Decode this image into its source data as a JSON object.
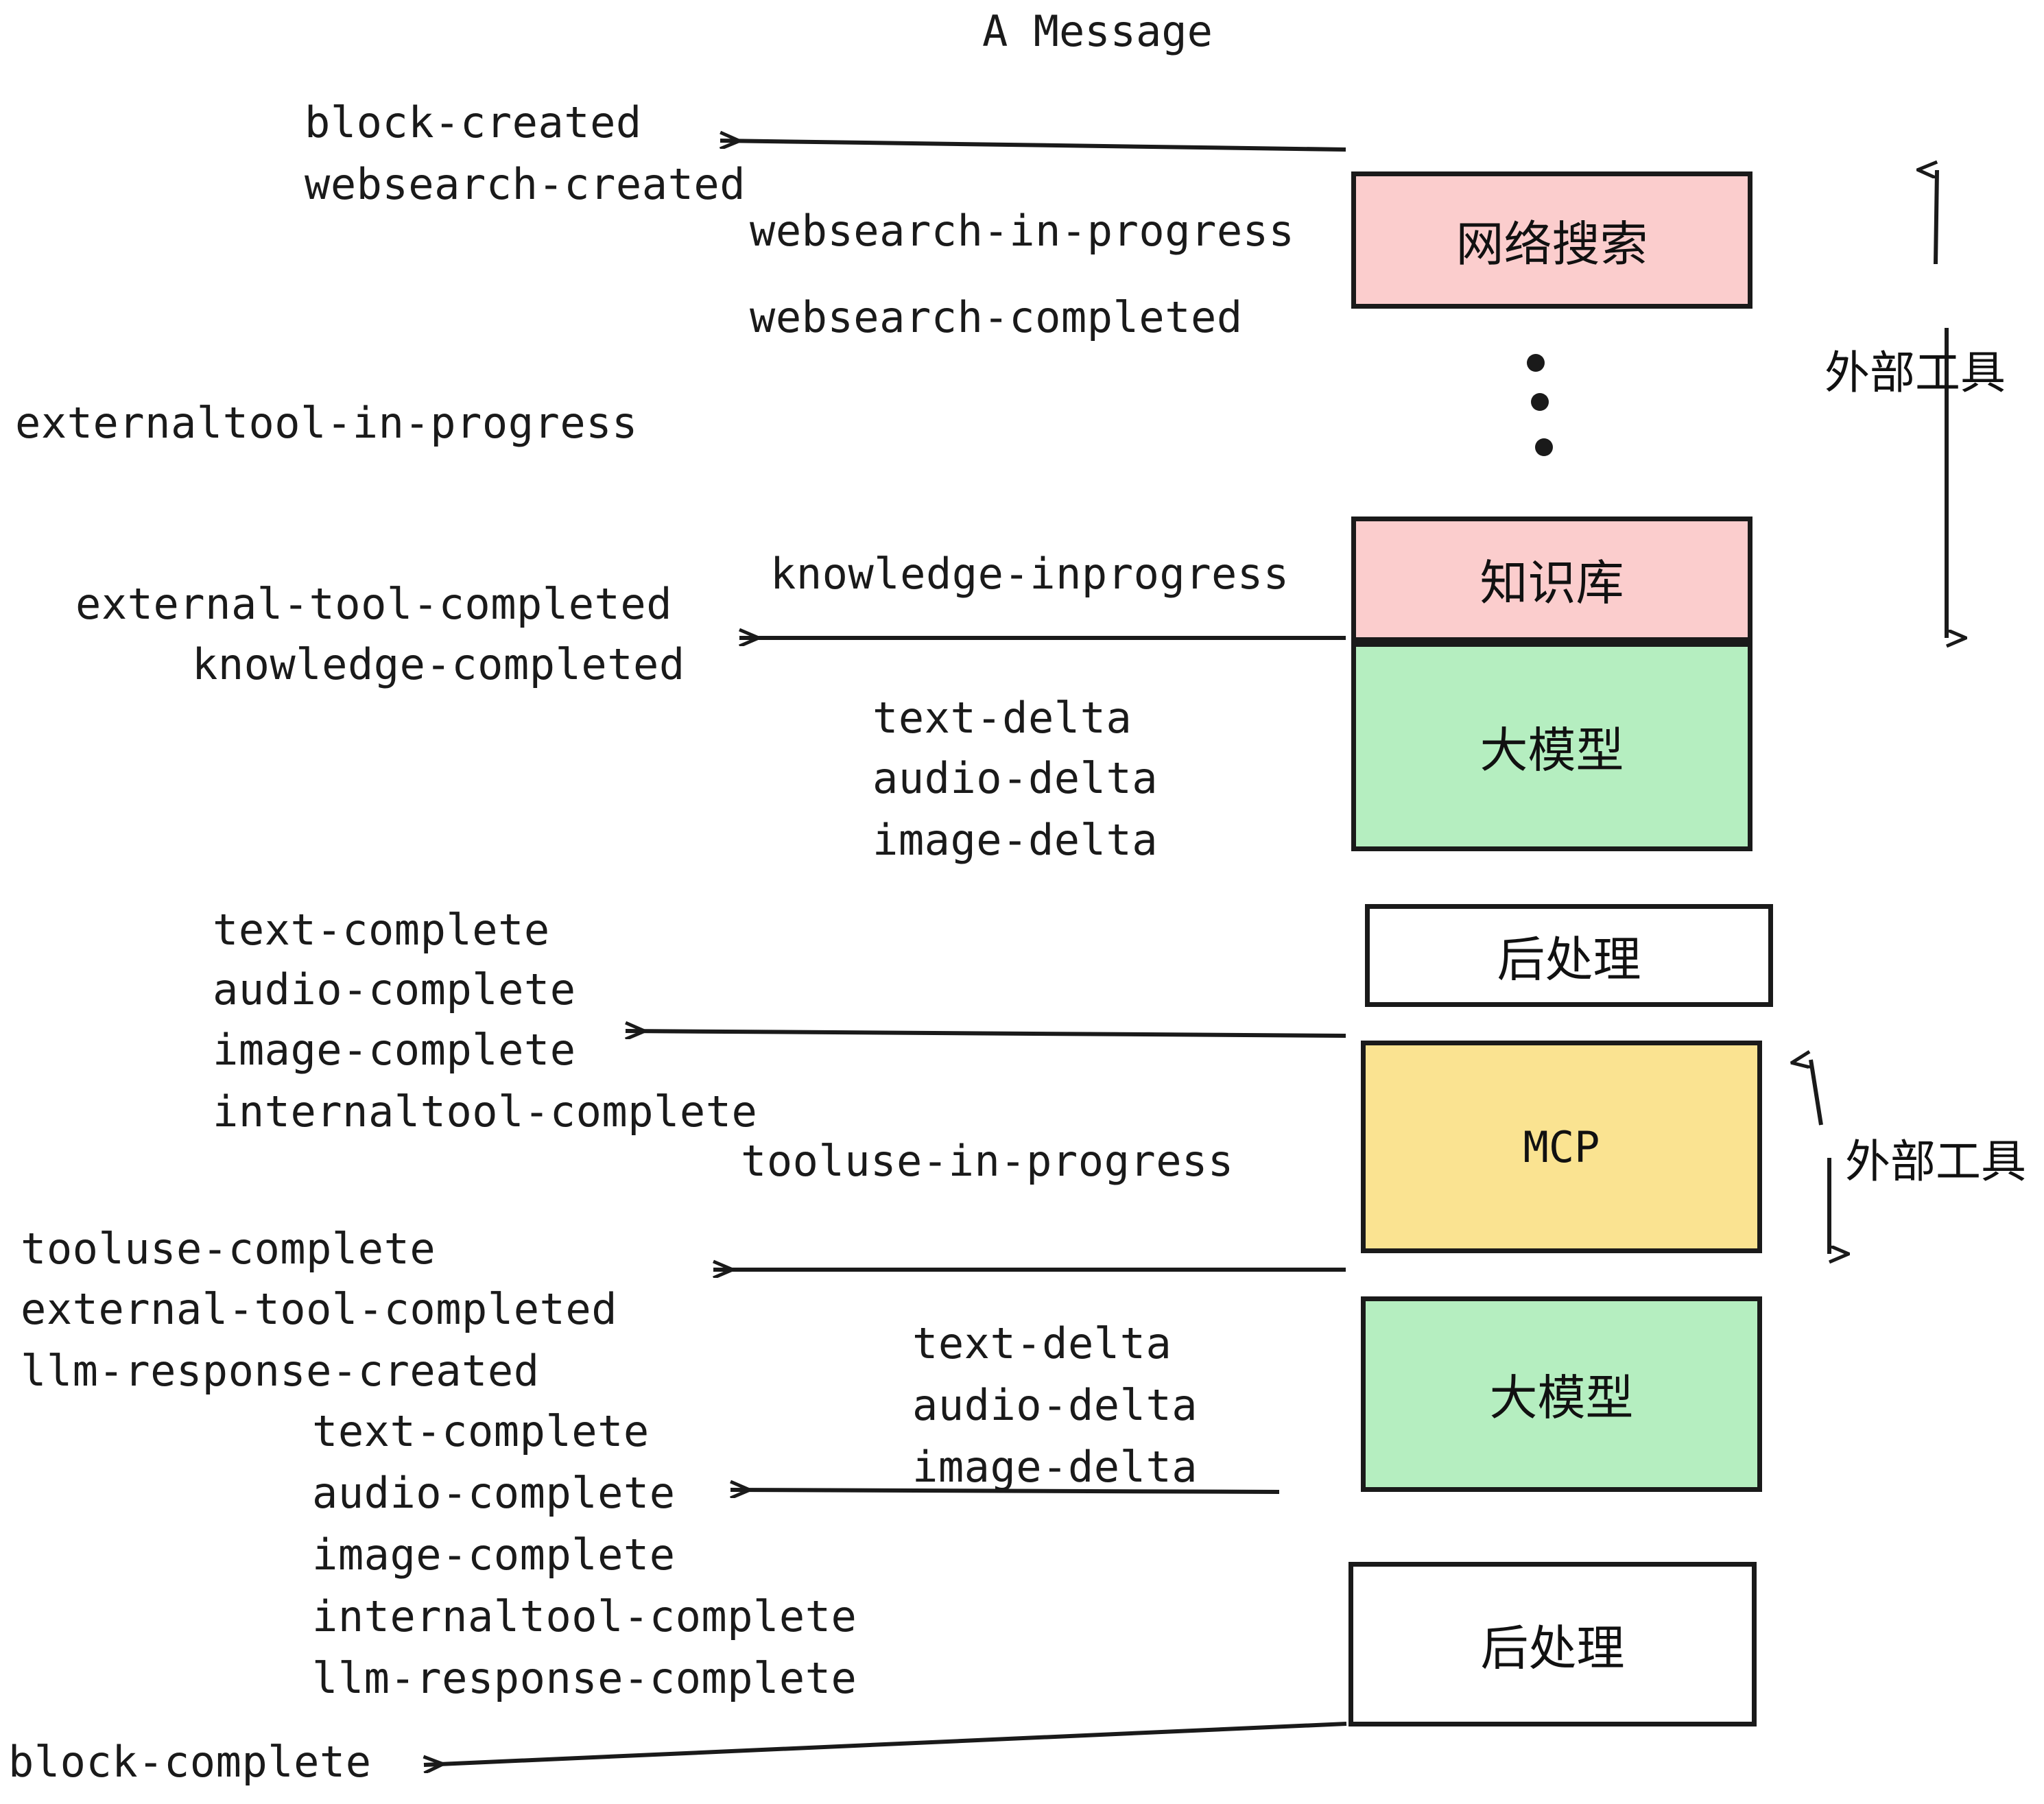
{
  "title": "A Message",
  "colors": {
    "external_tool_box": "#fbcdcd",
    "llm_box": "#b5eec0",
    "mcp_box": "#fae391",
    "postprocess_box": "#ffffff",
    "stroke": "#1a1a1a",
    "background": "#ffffff"
  },
  "boxes": [
    {
      "id": "websearch",
      "label": "网络搜索",
      "fill": "#fbcdcd"
    },
    {
      "id": "knowledgebase",
      "label": "知识库",
      "fill": "#fbcdcd"
    },
    {
      "id": "llm-1",
      "label": "大模型",
      "fill": "#b5eec0"
    },
    {
      "id": "postprocess-1",
      "label": "后处理",
      "fill": "#ffffff"
    },
    {
      "id": "mcp",
      "label": "MCP",
      "fill": "#fae391"
    },
    {
      "id": "llm-2",
      "label": "大模型",
      "fill": "#b5eec0"
    },
    {
      "id": "postprocess-2",
      "label": "后处理",
      "fill": "#ffffff"
    }
  ],
  "side_labels": [
    {
      "id": "external-tool-top",
      "label": "外部工具"
    },
    {
      "id": "external-tool-bottom",
      "label": "外部工具"
    }
  ],
  "events": [
    {
      "id": "e01",
      "text": "block-created"
    },
    {
      "id": "e02",
      "text": "websearch-created"
    },
    {
      "id": "e03",
      "text": "websearch-in-progress"
    },
    {
      "id": "e04",
      "text": "websearch-completed"
    },
    {
      "id": "e05",
      "text": "externaltool-in-progress"
    },
    {
      "id": "e06",
      "text": "knowledge-inprogress"
    },
    {
      "id": "e07",
      "text": "external-tool-completed"
    },
    {
      "id": "e08",
      "text": "knowledge-completed"
    },
    {
      "id": "e09",
      "text": "text-delta"
    },
    {
      "id": "e10",
      "text": "audio-delta"
    },
    {
      "id": "e11",
      "text": "image-delta"
    },
    {
      "id": "e12",
      "text": "text-complete"
    },
    {
      "id": "e13",
      "text": "audio-complete"
    },
    {
      "id": "e14",
      "text": "image-complete"
    },
    {
      "id": "e15",
      "text": "internaltool-complete"
    },
    {
      "id": "e16",
      "text": "tooluse-in-progress"
    },
    {
      "id": "e17",
      "text": "tooluse-complete"
    },
    {
      "id": "e18",
      "text": "external-tool-completed"
    },
    {
      "id": "e19",
      "text": "llm-response-created"
    },
    {
      "id": "e20",
      "text": "text-delta"
    },
    {
      "id": "e21",
      "text": "audio-delta"
    },
    {
      "id": "e22",
      "text": "image-delta"
    },
    {
      "id": "e23",
      "text": "text-complete"
    },
    {
      "id": "e24",
      "text": "audio-complete"
    },
    {
      "id": "e25",
      "text": "image-complete"
    },
    {
      "id": "e26",
      "text": "internaltool-complete"
    },
    {
      "id": "e27",
      "text": "llm-response-complete"
    },
    {
      "id": "e28",
      "text": "block-complete"
    }
  ],
  "ellipsis_dots": 3
}
